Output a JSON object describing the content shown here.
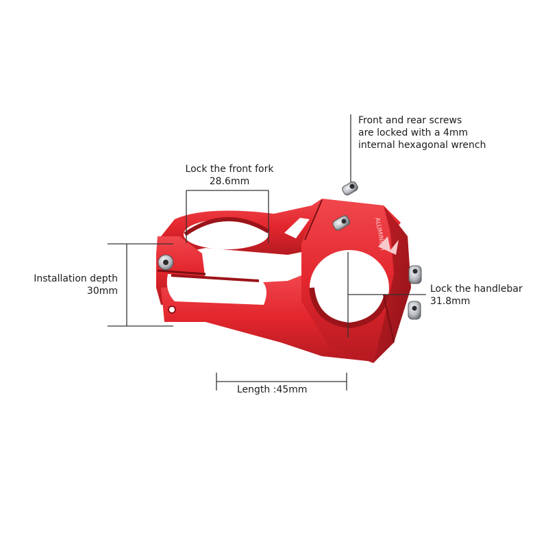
{
  "annotations": {
    "screws": {
      "lines": [
        "Front and rear screws",
        "are locked with a 4mm",
        "internal hexagonal wrench"
      ]
    },
    "fork": {
      "title": "Lock the front fork",
      "value": "28.6mm"
    },
    "depth": {
      "title": "Installation depth",
      "value": "30mm"
    },
    "handlebar": {
      "title": "Lock the handlebar",
      "value": "31.8mm"
    },
    "length": {
      "text": "Length :45mm"
    }
  },
  "product": {
    "body_color": "#e3262d",
    "body_shade": "#b51a21",
    "body_highlight": "#f26a6f",
    "bolt_color": "#c9ccd1",
    "logo_text": "ALUMINUM"
  }
}
